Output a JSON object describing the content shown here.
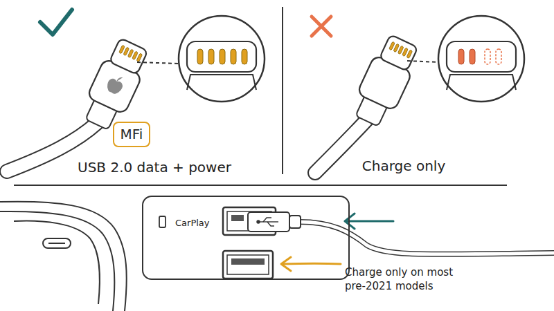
{
  "diagram": {
    "nodes": [
      {
        "text": [
          "MFi"
        ]
      },
      {
        "text": [
          "CarPlay"
        ]
      }
    ],
    "labels": [
      "USB 2.0 data + power",
      "Charge only",
      "Charge only on most pre-2021 models"
    ]
  }
}
